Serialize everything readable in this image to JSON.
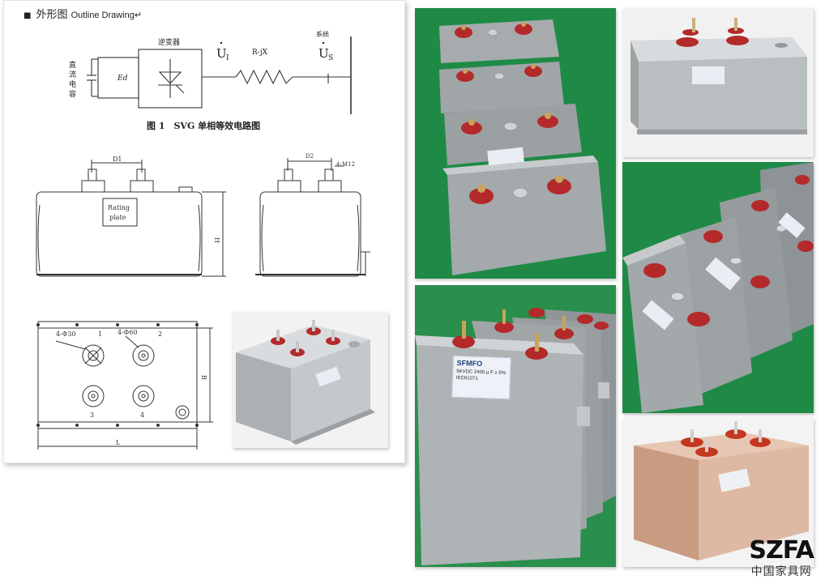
{
  "drawing": {
    "title_square": "■",
    "title_cn": "外形图",
    "title_en": "Outline Drawing",
    "title_mark": "↵",
    "circuit": {
      "dc_label_chars": [
        "直",
        "流",
        "电",
        "容"
      ],
      "ed_label": "Ed",
      "inverter_label": "逆变器",
      "ui_label": "U",
      "ui_sub": "I",
      "impedance_label": "R-jX",
      "grid_label": "系统",
      "us_label": "U",
      "us_sub": "S",
      "caption": "图 1　SVG 单相等效电路图"
    },
    "front_view": {
      "d1_label": "D1",
      "rating_plate_line1": "Rating",
      "rating_plate_line2": "plate",
      "h_label": "H"
    },
    "side_view": {
      "d2_label": "D2",
      "m12_label": "4-M12"
    },
    "top_view": {
      "hole30_label": "4-Φ30",
      "hole60_label": "4-Φ60",
      "t1": "1",
      "t2": "2",
      "t3": "3",
      "t4": "4",
      "b_label": "B",
      "l_label": "L"
    }
  },
  "photos": {
    "label_brand": "SFMFO",
    "label_rating": "5KVDC 2400 μ F ± 5%",
    "label_standard": "IEC61071"
  },
  "watermark": {
    "logo": "SZFA",
    "site": "中国家具网"
  },
  "colors": {
    "background": "#ffffff",
    "green_backdrop": "#1f8a46",
    "capacitor_body": "#9ea3a6",
    "terminal_red": "#b42a2a",
    "bronze_body": "#c9a48c"
  }
}
